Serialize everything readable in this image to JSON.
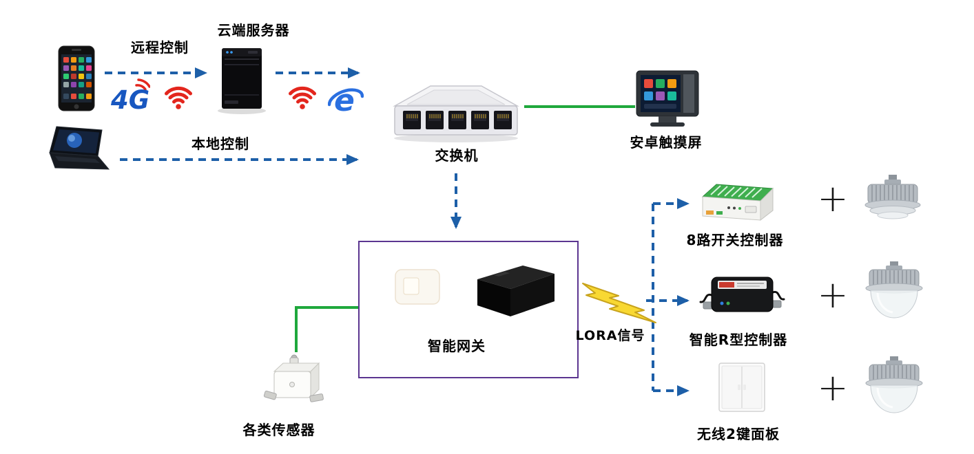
{
  "labels": {
    "remote_control": "远程控制",
    "cloud_server": "云端服务器",
    "network_4g": "4G",
    "ie_letter": "e",
    "local_control": "本地控制",
    "switch": "交换机",
    "android_touchscreen": "安卓触摸屏",
    "smart_gateway": "智能网关",
    "lora_signal": "LORA信号",
    "sensors": "各类传感器",
    "controller_8ch": "8路开关控制器",
    "controller_r": "智能R型控制器",
    "wireless_panel": "无线2键面板",
    "plus": "+"
  },
  "colors": {
    "arrow_blue": "#1d5fa8",
    "link_green": "#1fa83c",
    "gateway_border_purple": "#5b3590",
    "lightning_yellow": "#f8d832",
    "wifi_red": "#e3261d",
    "text_black": "#000000",
    "background": "#ffffff"
  },
  "icons": {
    "smartphone-icon": "black phone with colorful app grid",
    "wifi-icon": "red wifi fan arcs",
    "fourg-icon": "blue italic 4G with red arcs",
    "server-icon": "black tower server",
    "ie-browser-icon": "blue e with orbit swoosh",
    "switch-icon": "white 5-port ethernet switch",
    "touchscreen-icon": "android touch panel monitor",
    "laptop-icon": "dark laptop with earth wallpaper",
    "gateway-icon": "black gateway box in purple frame",
    "sensor-icon": "white cube sensor",
    "din-controller-icon": "green/white 8-channel DIN module",
    "r-controller-icon": "black controller with antennas",
    "panel-icon": "white wireless 2-key panel",
    "lamp-icon": "industrial LED lamp",
    "lightning-icon": "yellow LORA lightning bolt",
    "plus-icon": "+"
  },
  "connections": [
    {
      "from": "smartphone",
      "to": "cloud-server",
      "style": "dashed-blue-arrow",
      "label": "远程控制"
    },
    {
      "from": "cloud-server",
      "to": "switch",
      "style": "dashed-blue-arrow"
    },
    {
      "from": "laptop",
      "to": "switch",
      "style": "dashed-blue-arrow",
      "label": "本地控制"
    },
    {
      "from": "switch",
      "to": "android-touchscreen",
      "style": "solid-green-line"
    },
    {
      "from": "switch",
      "to": "smart-gateway",
      "style": "dashed-blue-arrow"
    },
    {
      "from": "smart-gateway",
      "to": "sensors",
      "style": "solid-green-line"
    },
    {
      "from": "smart-gateway",
      "to": "controller-8ch",
      "style": "dashed-blue-arrow",
      "label": "LORA信号"
    },
    {
      "from": "smart-gateway",
      "to": "controller-r",
      "style": "dashed-blue-arrow",
      "label": "LORA信号"
    },
    {
      "from": "smart-gateway",
      "to": "wireless-panel",
      "style": "dashed-blue-arrow",
      "label": "LORA信号"
    }
  ]
}
